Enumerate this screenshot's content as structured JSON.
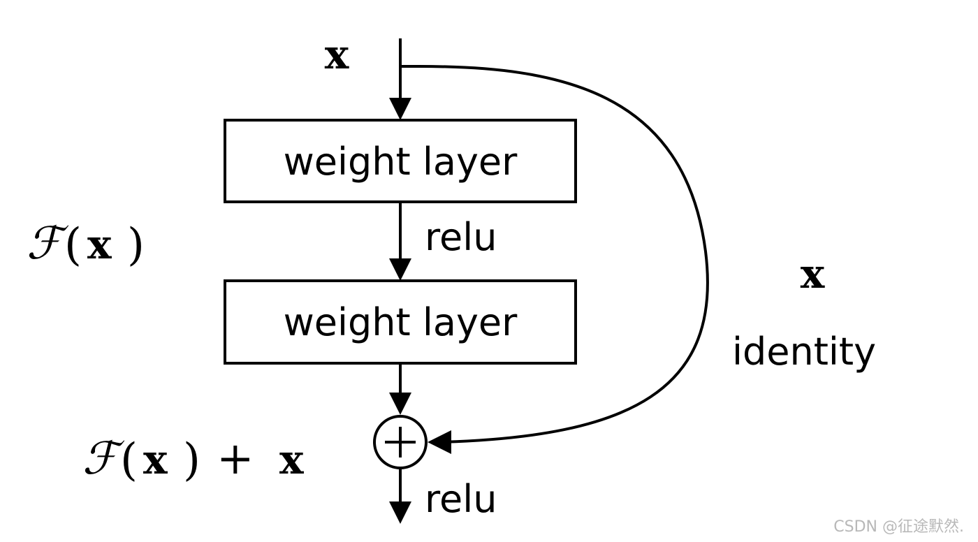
{
  "input": {
    "label": "x"
  },
  "layers": [
    {
      "label": "weight layer"
    },
    {
      "label": "weight layer"
    }
  ],
  "activation_1": {
    "label": "relu"
  },
  "activation_2": {
    "label": "relu"
  },
  "residual": {
    "function_label": {
      "script": "ℱ",
      "open": "(",
      "var": "x",
      "close": ")"
    },
    "sum_label": {
      "script": "ℱ",
      "open": "(",
      "var": "x",
      "close": ")",
      "plus": "+",
      "var2": "x"
    },
    "adder_symbol": "+"
  },
  "shortcut": {
    "var_label": "x",
    "identity_label": "identity"
  },
  "watermark": "CSDN @征途默然."
}
